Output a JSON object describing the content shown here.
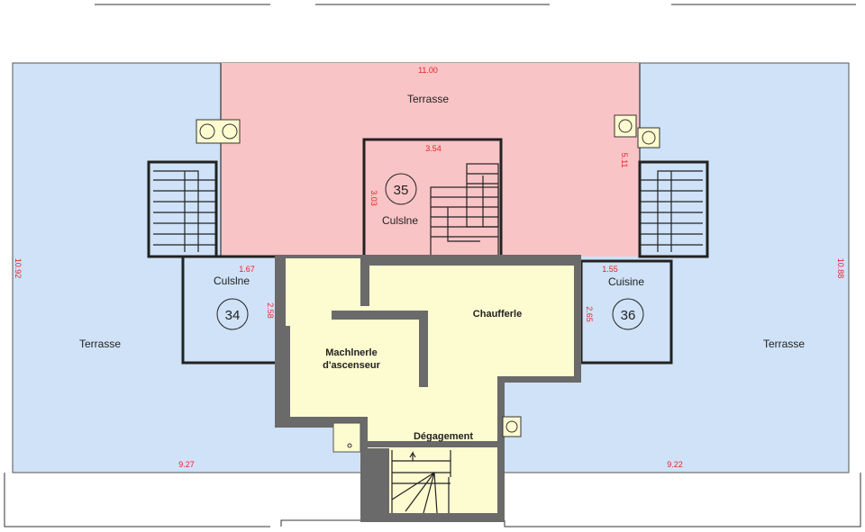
{
  "colors": {
    "terrace": "#cfe2f7",
    "pink": "#f9c4c6",
    "core": "#fdfbd0",
    "wall": "#6a6a6a",
    "dimension": "#e8232a"
  },
  "rooms": {
    "terrace_top": "Terrasse",
    "terrace_left": "Terrasse",
    "terrace_right": "Terrasse",
    "kitchen_34": "Culslne",
    "kitchen_35": "Culslne",
    "kitchen_36": "Cuisine",
    "chaufferie": "Chaufferle",
    "machinerie_1": "Machlnerle",
    "machinerie_2": "d'ascenseur",
    "degagement": "Dégagement"
  },
  "unit_numbers": {
    "u34": "34",
    "u35": "35",
    "u36": "36"
  },
  "dimensions": {
    "top_width": "11.00",
    "left_height": "10.92",
    "right_height": "10.88",
    "bottom_left": "9.27",
    "bottom_right": "9.22",
    "k35_width": "3.54",
    "k35_depth": "3.03",
    "pink_right": "5.11",
    "k34_width": "1.67",
    "k34_depth": "2.58",
    "k36_width": "1.55",
    "k36_depth": "2.65"
  }
}
